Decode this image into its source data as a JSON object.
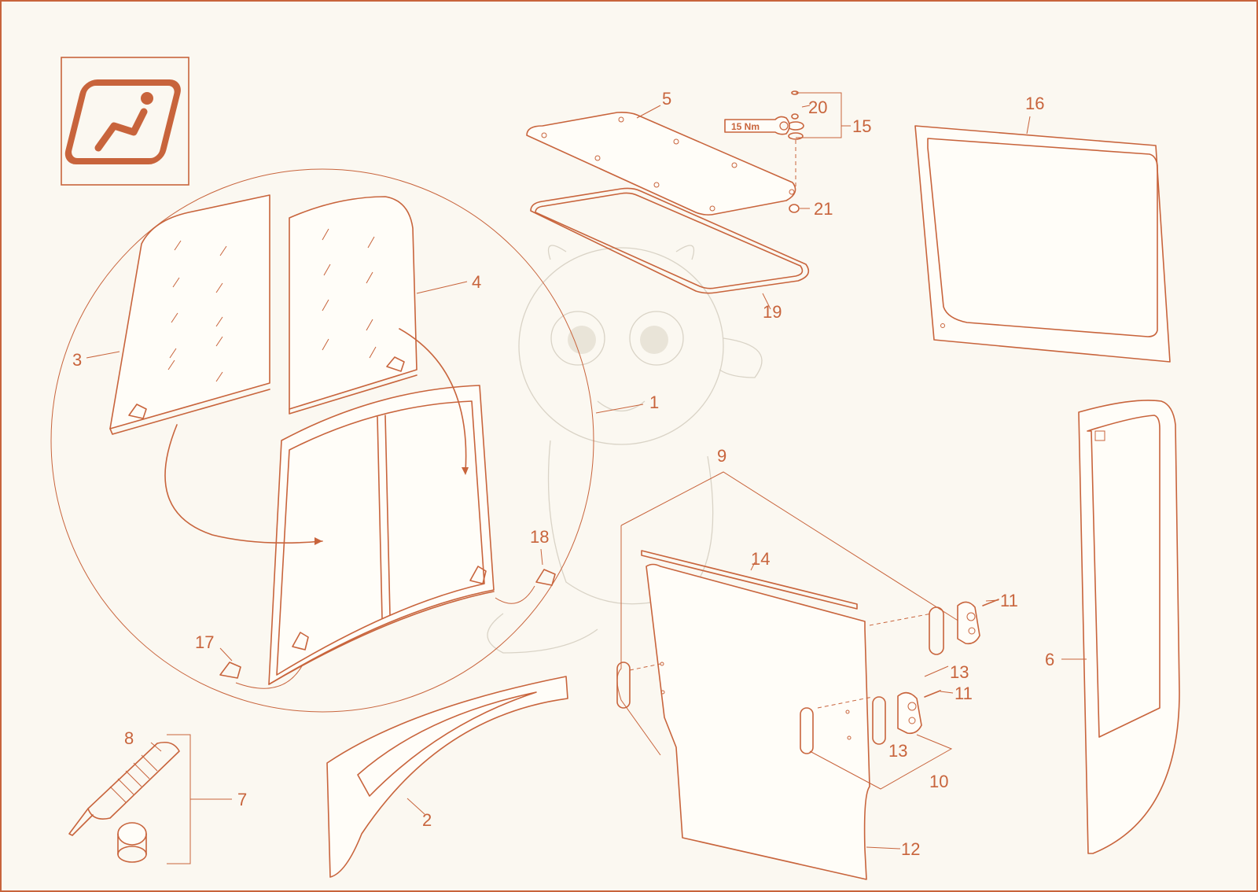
{
  "diagram": {
    "labels": {
      "p1": "1",
      "p2": "2",
      "p3": "3",
      "p4": "4",
      "p5": "5",
      "p6": "6",
      "p7": "7",
      "p8": "8",
      "p9": "9",
      "p10": "10",
      "p11a": "11",
      "p11b": "11",
      "p12": "12",
      "p13a": "13",
      "p13b": "13",
      "p14": "14",
      "p15": "15",
      "p16": "16",
      "p17": "17",
      "p18": "18",
      "p19": "19",
      "p20": "20",
      "p21": "21"
    },
    "torque": "15 Nm"
  },
  "icons": {
    "header": "operator-seat-icon",
    "watermark": "baby-dragon-watermark"
  },
  "colors": {
    "accent": "#c8643c",
    "background": "#fbf8f1",
    "watermark": "#d9d3c6"
  }
}
